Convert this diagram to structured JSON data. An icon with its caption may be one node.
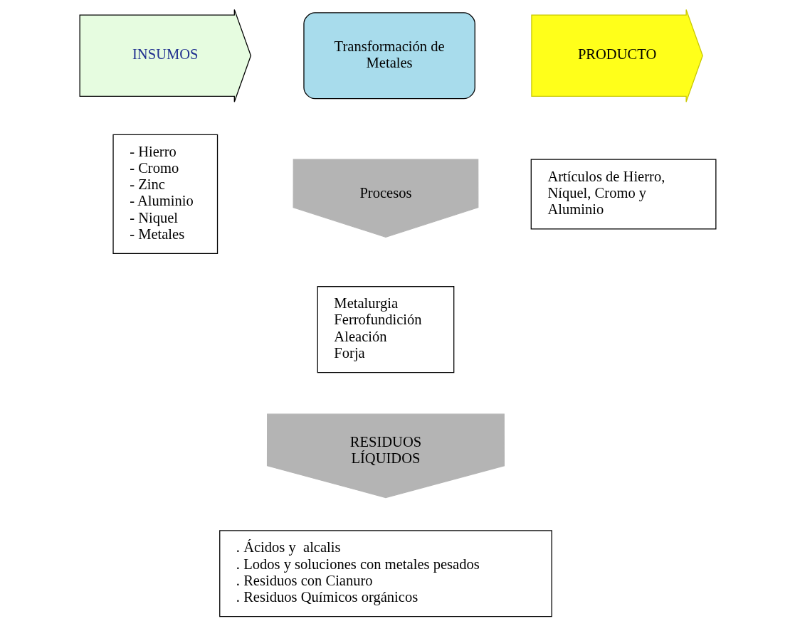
{
  "diagram": {
    "nodes": [
      {
        "text": [
          "INSUMOS"
        ]
      },
      {
        "text": [
          "Transformación de Metales"
        ]
      },
      {
        "text": [
          "PRODUCTO"
        ]
      },
      {
        "text": [
          "- Hierro",
          "- Cromo",
          "- Zinc",
          "- Aluminio",
          "- Niquel",
          "- Metales"
        ]
      },
      {
        "text": [
          "Artículos de Hierro, Níquel, Cromo y Aluminio"
        ]
      },
      {
        "text": [
          "Procesos"
        ]
      },
      {
        "text": [
          "Metalurgia",
          "Ferrofundición",
          "Aleación",
          "Forja"
        ]
      },
      {
        "text": [
          "RESIDUOS LÍQUIDOS"
        ]
      },
      {
        "text": [
          ". Ácidos y  alcalis",
          ". Lodos y soluciones con metales pesados",
          ". Residuos con Cianuro",
          ". Residuos Químicos orgánicos"
        ]
      }
    ]
  }
}
